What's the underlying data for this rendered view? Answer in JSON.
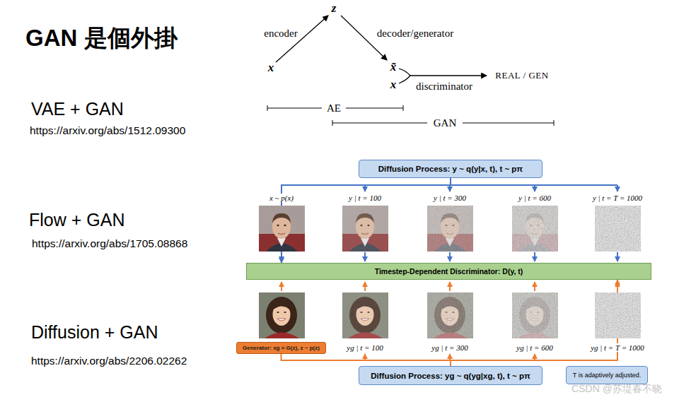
{
  "diagram": {
    "title": "GAN 是個外掛",
    "nodes": [
      {
        "text": [
          "Diffusion Process: y ~ q(y|x, t), t ~ pπ"
        ]
      },
      {
        "text": [
          "Timestep-Dependent Discriminator: D(y, t)"
        ]
      },
      {
        "text": [
          "Generator: xg = G(z), z ~ p(z)"
        ]
      },
      {
        "text": [
          "Diffusion Process: yg ~ q(yg|xg, t), t ~ pπ"
        ]
      },
      {
        "text": [
          "T is adaptively adjusted."
        ]
      }
    ],
    "edges": [
      {
        "from": 0,
        "to": 1,
        "arrow": "to"
      },
      {
        "from": 3,
        "to": 1,
        "arrow": "to"
      },
      {
        "from": 2,
        "to": 3,
        "arrow": "none"
      }
    ],
    "labels": [
      "VAE + GAN",
      "https://arxiv.org/abs/1512.09300",
      "Flow + GAN",
      "https://arxiv.org/abs/1705.08868",
      "Diffusion + GAN",
      "https://arxiv.org/abs/2206.02262",
      "z",
      "encoder",
      "decoder/generator",
      "x",
      "x̃",
      "x",
      "discriminator",
      "REAL / GEN",
      "AE",
      "GAN",
      "x ~ p(x)",
      "y | t = 100",
      "y | t = 300",
      "y | t = 600",
      "y | t = T = 1000",
      "yg | t = 100",
      "yg | t = 300",
      "yg | t = 600",
      "yg | t = T = 1000",
      "CSDN @苏堤春不晓"
    ]
  }
}
